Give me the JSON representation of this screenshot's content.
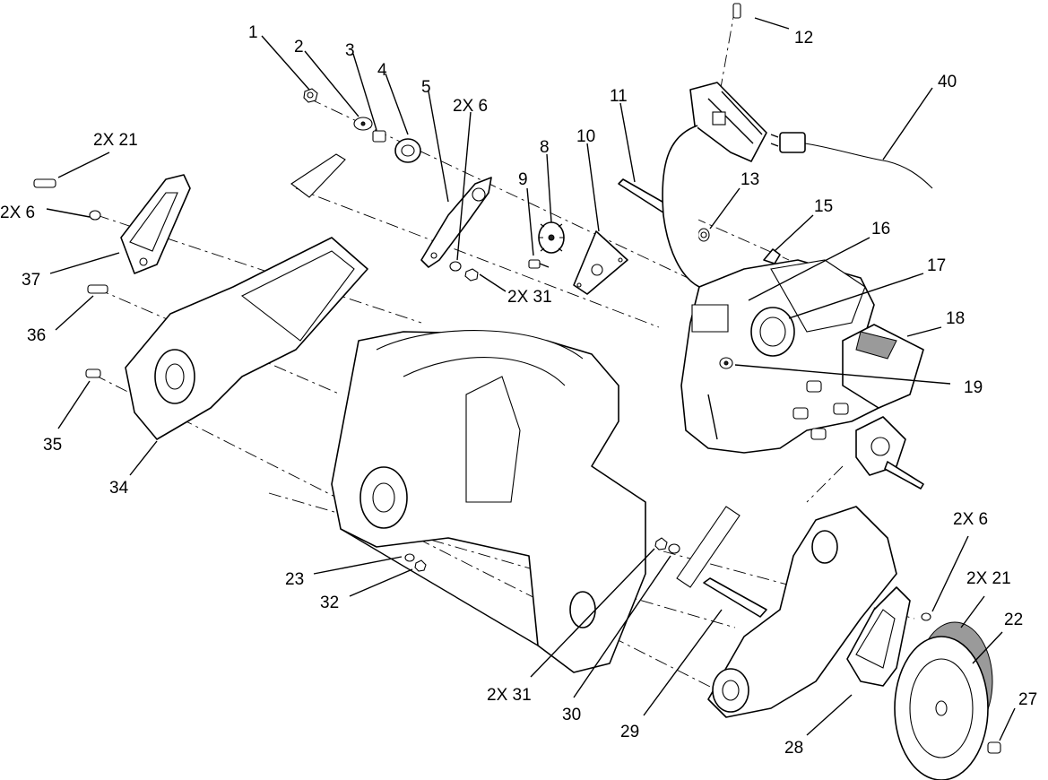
{
  "callouts": [
    {
      "id": "c1",
      "text": "1"
    },
    {
      "id": "c2",
      "text": "2"
    },
    {
      "id": "c3",
      "text": "3"
    },
    {
      "id": "c4",
      "text": "4"
    },
    {
      "id": "c5",
      "text": "5"
    },
    {
      "id": "c6a",
      "text": "2X 6"
    },
    {
      "id": "c8",
      "text": "8"
    },
    {
      "id": "c9",
      "text": "9"
    },
    {
      "id": "c10",
      "text": "10"
    },
    {
      "id": "c11",
      "text": "11"
    },
    {
      "id": "c12",
      "text": "12"
    },
    {
      "id": "c40",
      "text": "40"
    },
    {
      "id": "c21a",
      "text": "2X 21"
    },
    {
      "id": "c6b",
      "text": "2X 6"
    },
    {
      "id": "c37",
      "text": "37"
    },
    {
      "id": "c36",
      "text": "36"
    },
    {
      "id": "c35",
      "text": "35"
    },
    {
      "id": "c34",
      "text": "34"
    },
    {
      "id": "c31a",
      "text": "2X 31"
    },
    {
      "id": "c13",
      "text": "13"
    },
    {
      "id": "c15",
      "text": "15"
    },
    {
      "id": "c16",
      "text": "16"
    },
    {
      "id": "c17",
      "text": "17"
    },
    {
      "id": "c18",
      "text": "18"
    },
    {
      "id": "c19",
      "text": "19"
    },
    {
      "id": "c23",
      "text": "23"
    },
    {
      "id": "c32",
      "text": "32"
    },
    {
      "id": "c31b",
      "text": "2X 31"
    },
    {
      "id": "c30",
      "text": "30"
    },
    {
      "id": "c29",
      "text": "29"
    },
    {
      "id": "c28",
      "text": "28"
    },
    {
      "id": "c6c",
      "text": "2X 6"
    },
    {
      "id": "c21b",
      "text": "2X 21"
    },
    {
      "id": "c22",
      "text": "22"
    },
    {
      "id": "c27",
      "text": "27"
    }
  ]
}
